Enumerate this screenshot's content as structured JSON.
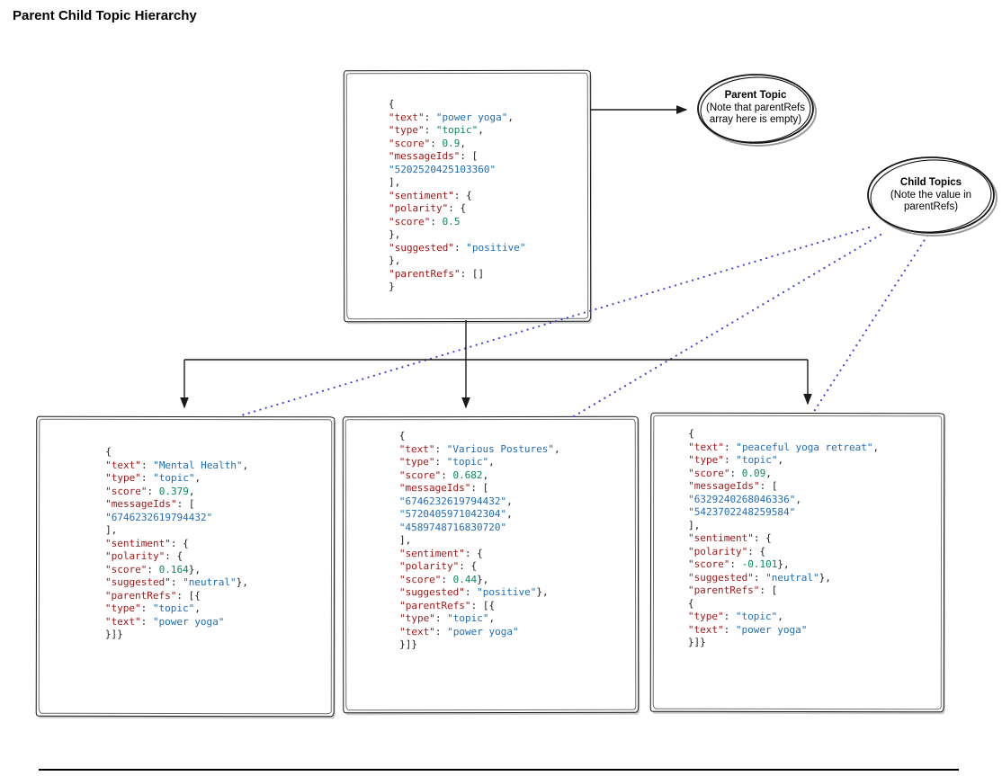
{
  "title": "Parent Child Topic Hierarchy",
  "callouts": {
    "parent": {
      "title": "Parent Topic",
      "note": "(Note that parentRefs array here is empty)"
    },
    "child": {
      "title": "Child Topics",
      "note": "(Note the value in parentRefs)"
    }
  },
  "colors": {
    "json_key": "#a31515",
    "json_string": "#1e6cb8",
    "json_number": "#09885a",
    "json_plain": "#1c1c1c",
    "connector_dotted": "#3d3dd8",
    "connector_solid": "#1a1a1a"
  },
  "boxes": {
    "parent": {
      "lines": [
        [
          [
            "pln",
            "{"
          ]
        ],
        [
          [
            "key",
            "\"text\""
          ],
          [
            "pln",
            ": "
          ],
          [
            "str",
            "\"power yoga\""
          ],
          [
            "pln",
            ","
          ]
        ],
        [
          [
            "key",
            "\"type\""
          ],
          [
            "pln",
            ": "
          ],
          [
            "num",
            "\"topic\""
          ],
          [
            "pln",
            ","
          ]
        ],
        [
          [
            "key",
            "\"score\""
          ],
          [
            "pln",
            ": "
          ],
          [
            "num",
            "0.9"
          ],
          [
            "pln",
            ","
          ]
        ],
        [
          [
            "key",
            "\"messageIds\""
          ],
          [
            "pln",
            ": ["
          ]
        ],
        [
          [
            "str",
            "\"5202520425103360\""
          ]
        ],
        [
          [
            "pln",
            "],"
          ]
        ],
        [
          [
            "key",
            "\"sentiment\""
          ],
          [
            "pln",
            ": {"
          ]
        ],
        [
          [
            "key",
            "\"polarity\""
          ],
          [
            "pln",
            ": {"
          ]
        ],
        [
          [
            "key",
            "\"score\""
          ],
          [
            "pln",
            ": "
          ],
          [
            "num",
            "0.5"
          ]
        ],
        [
          [
            "pln",
            "},"
          ]
        ],
        [
          [
            "key",
            "\"suggested\""
          ],
          [
            "pln",
            ": "
          ],
          [
            "str",
            "\"positive\""
          ]
        ],
        [
          [
            "pln",
            "},"
          ]
        ],
        [
          [
            "key",
            "\"parentRefs\""
          ],
          [
            "pln",
            ": []"
          ]
        ],
        [
          [
            "pln",
            "}"
          ]
        ]
      ]
    },
    "child1": {
      "lines": [
        [
          [
            "pln",
            "{"
          ]
        ],
        [
          [
            "key",
            "\"text\""
          ],
          [
            "pln",
            ": "
          ],
          [
            "str",
            "\"Mental Health\""
          ],
          [
            "pln",
            ","
          ]
        ],
        [
          [
            "key",
            "\"type\""
          ],
          [
            "pln",
            ": "
          ],
          [
            "str",
            "\"topic\""
          ],
          [
            "pln",
            ","
          ]
        ],
        [
          [
            "key",
            "\"score\""
          ],
          [
            "pln",
            ": "
          ],
          [
            "num",
            "0.379"
          ],
          [
            "pln",
            ","
          ]
        ],
        [
          [
            "key",
            "\"messageIds\""
          ],
          [
            "pln",
            ": ["
          ]
        ],
        [
          [
            "str",
            "\"6746232619794432\""
          ]
        ],
        [
          [
            "pln",
            "],"
          ]
        ],
        [
          [
            "key",
            "\"sentiment\""
          ],
          [
            "pln",
            ": {"
          ]
        ],
        [
          [
            "key",
            "\"polarity\""
          ],
          [
            "pln",
            ": {"
          ]
        ],
        [
          [
            "key",
            "\"score\""
          ],
          [
            "pln",
            ": "
          ],
          [
            "num",
            "0.164"
          ],
          [
            "pln",
            "},"
          ]
        ],
        [
          [
            "key",
            "\"suggested\""
          ],
          [
            "pln",
            ": "
          ],
          [
            "str",
            "\"neutral\""
          ],
          [
            "pln",
            "},"
          ]
        ],
        [
          [
            "key",
            "\"parentRefs\""
          ],
          [
            "pln",
            ": [{"
          ]
        ],
        [
          [
            "key",
            "\"type\""
          ],
          [
            "pln",
            ": "
          ],
          [
            "str",
            "\"topic\""
          ],
          [
            "pln",
            ","
          ]
        ],
        [
          [
            "key",
            "\"text\""
          ],
          [
            "pln",
            ": "
          ],
          [
            "str",
            "\"power yoga\""
          ]
        ],
        [
          [
            "pln",
            "}]}"
          ]
        ]
      ]
    },
    "child2": {
      "lines": [
        [
          [
            "pln",
            "{"
          ]
        ],
        [
          [
            "key",
            "\"text\""
          ],
          [
            "pln",
            ": "
          ],
          [
            "str",
            "\"Various Postures\""
          ],
          [
            "pln",
            ","
          ]
        ],
        [
          [
            "key",
            "\"type\""
          ],
          [
            "pln",
            ": "
          ],
          [
            "str",
            "\"topic\""
          ],
          [
            "pln",
            ","
          ]
        ],
        [
          [
            "key",
            "\"score\""
          ],
          [
            "pln",
            ": "
          ],
          [
            "num",
            "0.682"
          ],
          [
            "pln",
            ","
          ]
        ],
        [
          [
            "key",
            "\"messageIds\""
          ],
          [
            "pln",
            ": ["
          ]
        ],
        [
          [
            "str",
            "\"6746232619794432\""
          ],
          [
            "pln",
            ","
          ]
        ],
        [
          [
            "str",
            "\"5720405971042304\""
          ],
          [
            "pln",
            ","
          ]
        ],
        [
          [
            "str",
            "\"4589748716830720\""
          ]
        ],
        [
          [
            "pln",
            "],"
          ]
        ],
        [
          [
            "key",
            "\"sentiment\""
          ],
          [
            "pln",
            ": {"
          ]
        ],
        [
          [
            "key",
            "\"polarity\""
          ],
          [
            "pln",
            ": {"
          ]
        ],
        [
          [
            "key",
            "\"score\""
          ],
          [
            "pln",
            ": "
          ],
          [
            "num",
            "0.44"
          ],
          [
            "pln",
            "},"
          ]
        ],
        [
          [
            "key",
            "\"suggested\""
          ],
          [
            "pln",
            ": "
          ],
          [
            "str",
            "\"positive\""
          ],
          [
            "pln",
            "},"
          ]
        ],
        [
          [
            "key",
            "\"parentRefs\""
          ],
          [
            "pln",
            ": [{"
          ]
        ],
        [
          [
            "key",
            "\"type\""
          ],
          [
            "pln",
            ": "
          ],
          [
            "str",
            "\"topic\""
          ],
          [
            "pln",
            ","
          ]
        ],
        [
          [
            "key",
            "\"text\""
          ],
          [
            "pln",
            ": "
          ],
          [
            "str",
            "\"power yoga\""
          ]
        ],
        [
          [
            "pln",
            "}]}"
          ]
        ]
      ]
    },
    "child3": {
      "lines": [
        [
          [
            "pln",
            "{"
          ]
        ],
        [
          [
            "key",
            "\"text\""
          ],
          [
            "pln",
            ": "
          ],
          [
            "str",
            "\"peaceful yoga retreat\""
          ],
          [
            "pln",
            ","
          ]
        ],
        [
          [
            "key",
            "\"type\""
          ],
          [
            "pln",
            ": "
          ],
          [
            "str",
            "\"topic\""
          ],
          [
            "pln",
            ","
          ]
        ],
        [
          [
            "key",
            "\"score\""
          ],
          [
            "pln",
            ": "
          ],
          [
            "num",
            "0.09"
          ],
          [
            "pln",
            ","
          ]
        ],
        [
          [
            "key",
            "\"messageIds\""
          ],
          [
            "pln",
            ": ["
          ]
        ],
        [
          [
            "str",
            "\"6329240268046336\""
          ],
          [
            "pln",
            ","
          ]
        ],
        [
          [
            "str",
            "\"5423702248259584\""
          ]
        ],
        [
          [
            "pln",
            "],"
          ]
        ],
        [
          [
            "key",
            "\"sentiment\""
          ],
          [
            "pln",
            ": {"
          ]
        ],
        [
          [
            "key",
            "\"polarity\""
          ],
          [
            "pln",
            ": {"
          ]
        ],
        [
          [
            "key",
            "\"score\""
          ],
          [
            "pln",
            ": "
          ],
          [
            "num",
            "-0.101"
          ],
          [
            "pln",
            "},"
          ]
        ],
        [
          [
            "key",
            "\"suggested\""
          ],
          [
            "pln",
            ": "
          ],
          [
            "str",
            "\"neutral\""
          ],
          [
            "pln",
            "},"
          ]
        ],
        [
          [
            "key",
            "\"parentRefs\""
          ],
          [
            "pln",
            ": ["
          ]
        ],
        [
          [
            "pln",
            "{"
          ]
        ],
        [
          [
            "key",
            "\"type\""
          ],
          [
            "pln",
            ": "
          ],
          [
            "str",
            "\"topic\""
          ],
          [
            "pln",
            ","
          ]
        ],
        [
          [
            "key",
            "\"text\""
          ],
          [
            "pln",
            ": "
          ],
          [
            "str",
            "\"power yoga\""
          ]
        ],
        [
          [
            "pln",
            "}]}"
          ]
        ]
      ]
    }
  }
}
